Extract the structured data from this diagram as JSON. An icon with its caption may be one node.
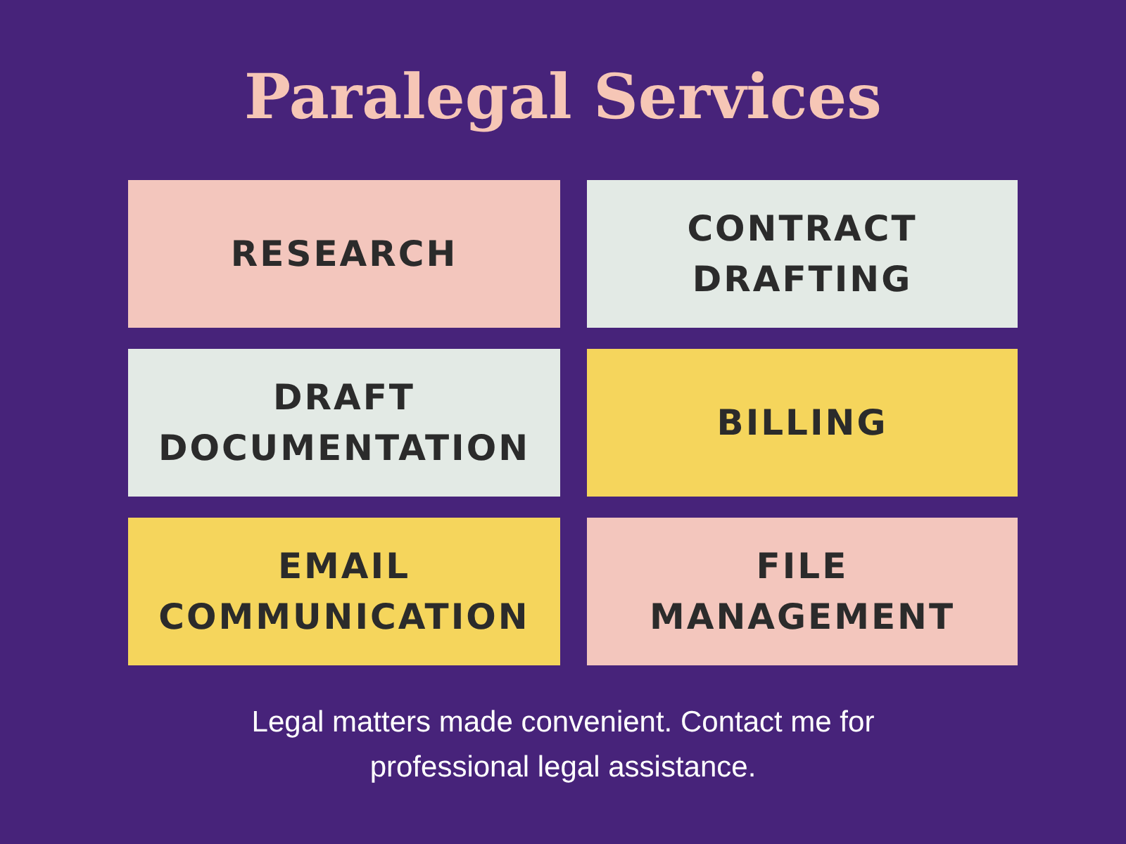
{
  "diagram": {
    "title": "Paralegal Services",
    "nodes": [
      {
        "text": [
          "RESEARCH"
        ]
      },
      {
        "text": [
          "CONTRACT DRAFTING"
        ]
      },
      {
        "text": [
          "DRAFT DOCUMENTATION"
        ]
      },
      {
        "text": [
          "BILLING"
        ]
      },
      {
        "text": [
          "EMAIL COMMUNICATION"
        ]
      },
      {
        "text": [
          "FILE MANAGEMENT"
        ]
      }
    ],
    "caption": "Legal matters made convenient. Contact me for professional legal assistance."
  }
}
